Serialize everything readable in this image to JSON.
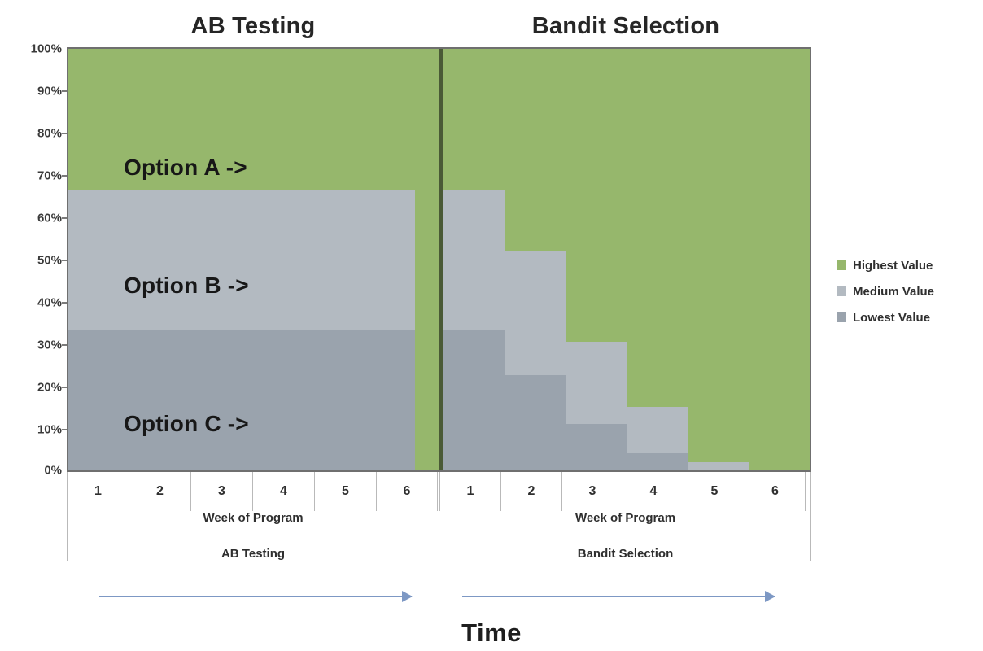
{
  "panels": {
    "left": {
      "title": "AB Testing",
      "axis_label": "Week of Program",
      "axis_sublabel": "AB Testing",
      "weeks": [
        "1",
        "2",
        "3",
        "4",
        "5",
        "6"
      ]
    },
    "right": {
      "title": "Bandit Selection",
      "axis_label": "Week of Program",
      "axis_sublabel": "Bandit Selection",
      "weeks": [
        "1",
        "2",
        "3",
        "4",
        "5",
        "6"
      ]
    }
  },
  "callouts": {
    "a": "Option A ->",
    "b": "Option B ->",
    "c": "Option C ->"
  },
  "legend": {
    "items": [
      {
        "label": "Highest Value",
        "color": "#96b76c",
        "swatch": "legend-swatch-highest"
      },
      {
        "label": "Medium Value",
        "color": "#b3bac1",
        "swatch": "legend-swatch-medium"
      },
      {
        "label": "Lowest Value",
        "color": "#9aa3ad",
        "swatch": "legend-swatch-lowest"
      }
    ]
  },
  "time_axis": {
    "label": "Time",
    "cut_text": "",
    "arrow_color": "#7d98c4"
  },
  "colors": {
    "highest": "#96b76c",
    "medium": "#b3bac1",
    "lowest": "#9aa3ad",
    "axis": "#6f6f6f",
    "divider": "#4a5a36",
    "text": "#2f2f2f"
  },
  "chart_data": {
    "type": "area",
    "title": "AB Testing vs Bandit Selection — traffic allocation over time",
    "xlabel": "Week of Program",
    "ylabel": "",
    "ylim": [
      0,
      100
    ],
    "ytick_labels": [
      "0%",
      "10%",
      "20%",
      "30%",
      "40%",
      "50%",
      "60%",
      "70%",
      "80%",
      "90%",
      "100%"
    ],
    "ytick_values": [
      0,
      10,
      20,
      30,
      40,
      50,
      60,
      70,
      80,
      90,
      100
    ],
    "grid": false,
    "legend_position": "right",
    "stack_order_bottom_to_top": [
      "Lowest Value",
      "Medium Value",
      "Highest Value"
    ],
    "panels": [
      {
        "name": "AB Testing",
        "x": [
          1,
          2,
          3,
          4,
          5,
          6
        ],
        "series": [
          {
            "name": "Lowest Value",
            "label": "Option C ->",
            "color": "#9aa3ad",
            "values": [
              33.3,
              33.3,
              33.3,
              33.3,
              33.3,
              0
            ]
          },
          {
            "name": "Medium Value",
            "label": "Option B ->",
            "color": "#b3bac1",
            "values": [
              33.4,
              33.4,
              33.4,
              33.4,
              33.4,
              0
            ]
          },
          {
            "name": "Highest Value",
            "label": "Option A ->",
            "color": "#96b76c",
            "values": [
              33.3,
              33.3,
              33.3,
              33.3,
              33.3,
              100
            ]
          }
        ],
        "note": "Equal thirds held through week 5.6, then 100% green"
      },
      {
        "name": "Bandit Selection",
        "x": [
          1,
          2,
          3,
          4,
          5,
          6
        ],
        "series": [
          {
            "name": "Lowest Value",
            "color": "#9aa3ad",
            "values": [
              33.3,
              22.5,
              11.0,
              4.0,
              0,
              0
            ]
          },
          {
            "name": "Medium Value",
            "color": "#b3bac1",
            "values": [
              33.4,
              29.2,
              19.5,
              11.0,
              2.0,
              0
            ]
          },
          {
            "name": "Highest Value",
            "color": "#96b76c",
            "values": [
              33.3,
              48.3,
              69.5,
              85.0,
              98.0,
              100
            ]
          }
        ],
        "note": "Green share grows each week as the bandit converges on the best option"
      }
    ]
  }
}
